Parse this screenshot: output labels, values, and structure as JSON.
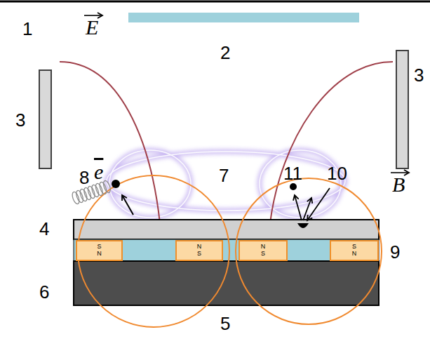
{
  "diagram": {
    "nodes": [
      {
        "text": [
          "S",
          "N"
        ]
      },
      {
        "text": [
          "N",
          "S"
        ]
      },
      {
        "text": [
          "N",
          "S"
        ]
      },
      {
        "text": [
          "S",
          "N"
        ]
      }
    ],
    "labels": [
      "1",
      "E",
      "2",
      "3",
      "3",
      "8",
      "e",
      "7",
      "11",
      "10",
      "B",
      "4",
      "9",
      "6",
      "5"
    ]
  }
}
